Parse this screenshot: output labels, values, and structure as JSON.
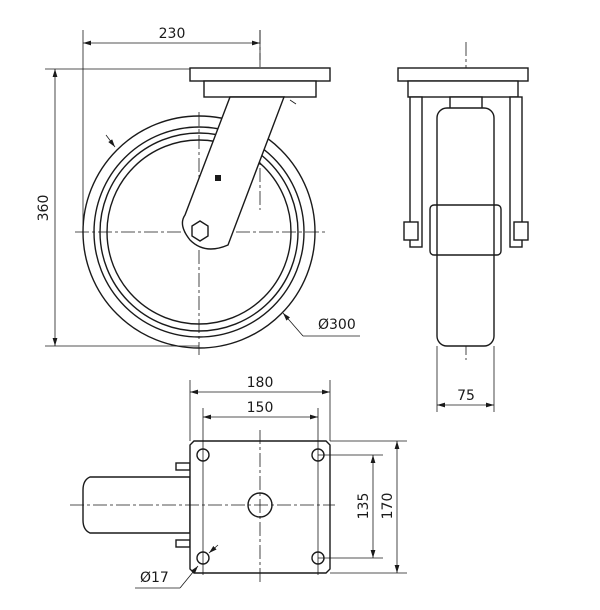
{
  "drawing": {
    "title": "Swivel caster technical drawing",
    "dimensions": {
      "overall_offset": "230",
      "overall_height": "360",
      "wheel_diameter": "Ø300",
      "wheel_width": "75",
      "plate_width": "180",
      "hole_spacing_x": "150",
      "hole_spacing_y": "135",
      "plate_length": "170",
      "hole_diameter": "Ø17"
    }
  }
}
